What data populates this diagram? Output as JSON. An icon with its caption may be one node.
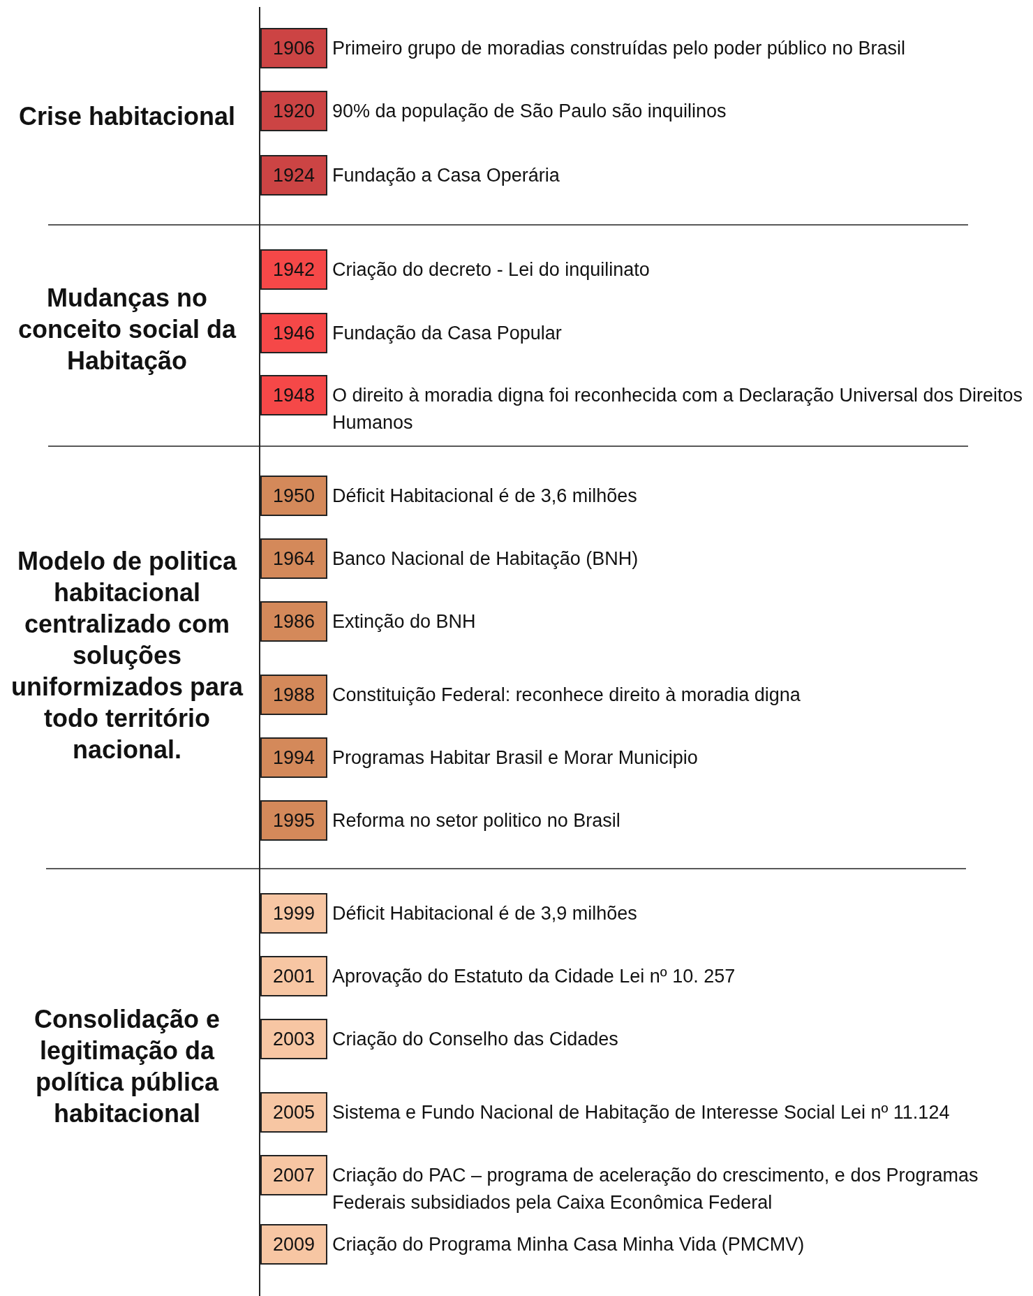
{
  "diagram": {
    "nodes": [
      {
        "text": [
          "1906"
        ],
        "beside": [
          "Primeiro grupo de moradias construídas pelo poder público no Brasil"
        ]
      },
      {
        "text": [
          "1920"
        ],
        "beside": [
          "90% da população de São Paulo são inquilinos"
        ]
      },
      {
        "text": [
          "1924"
        ],
        "beside": [
          "Fundação a Casa Operária"
        ]
      },
      {
        "text": [
          "1942"
        ],
        "beside": [
          "Criação do decreto -  Lei do inquilinato"
        ]
      },
      {
        "text": [
          "1946"
        ],
        "beside": [
          "Fundação da  Casa Popular"
        ]
      },
      {
        "text": [
          "1948"
        ],
        "beside": [
          "O direito à moradia digna foi reconhecida com a Declaração Universal dos Direitos Humanos"
        ]
      },
      {
        "text": [
          "1950"
        ],
        "beside": [
          "Déficit Habitacional é de 3,6 milhões"
        ]
      },
      {
        "text": [
          "1964"
        ],
        "beside": [
          "Banco Nacional  de Habitação (BNH)"
        ]
      },
      {
        "text": [
          "1986"
        ],
        "beside": [
          "Extinção do BNH"
        ]
      },
      {
        "text": [
          "1988"
        ],
        "beside": [
          "Constituição Federal: reconhece direito à moradia digna"
        ]
      },
      {
        "text": [
          "1994"
        ],
        "beside": [
          "Programas Habitar Brasil e Morar Municipio"
        ]
      },
      {
        "text": [
          "1995"
        ],
        "beside": [
          "Reforma no setor politico no Brasil"
        ]
      },
      {
        "text": [
          "1999"
        ],
        "beside": [
          "Déficit Habitacional é de 3,9 milhões"
        ]
      },
      {
        "text": [
          "2001"
        ],
        "beside": [
          "Aprovação do Estatuto da Cidade Lei nº 10. 257"
        ]
      },
      {
        "text": [
          "2003"
        ],
        "beside": [
          "Criação do Conselho das Cidades"
        ]
      },
      {
        "text": [
          "2005"
        ],
        "beside": [
          "Sistema e Fundo Nacional de Habitação de Interesse Social Lei nº 11.124"
        ]
      },
      {
        "text": [
          "2007"
        ],
        "beside": [
          "Criação do PAC – programa de aceleração do crescimento, e  dos Programas Federais subsidiados pela Caixa Econômica Federal"
        ]
      },
      {
        "text": [
          "2009"
        ],
        "beside": [
          "Criação do Programa Minha Casa Minha Vida (PMCMV)"
        ]
      }
    ],
    "labels": [
      "Crise habitacional",
      "Mudanças no conceito social da Habitação",
      "Modelo de politica habitacional centralizado com soluções uniformizados para todo território nacional.",
      "Consolidação e legitimação da política pública habitacional"
    ]
  }
}
